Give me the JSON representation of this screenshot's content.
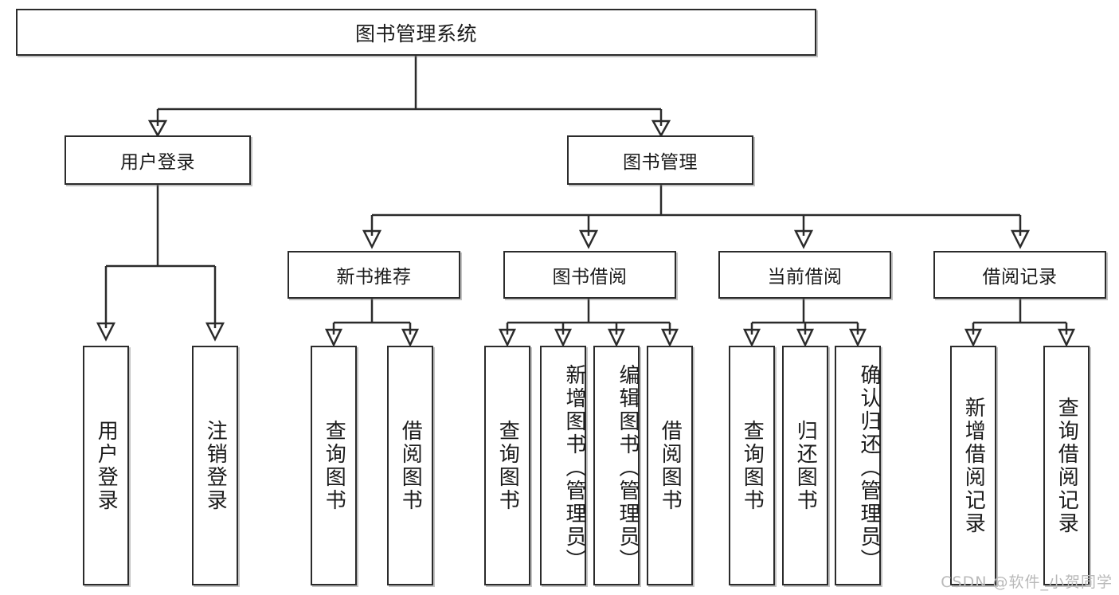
{
  "diagram": {
    "type": "tree",
    "title": "图书管理系统",
    "orientation": "top-down",
    "colors": {
      "box_border": "#2b2b2b",
      "box_fill": "#ffffff",
      "connector": "#2b2b2b",
      "watermark": "#b9b9b9",
      "background": "#ffffff"
    },
    "root": {
      "label": "图书管理系统"
    },
    "level1": [
      {
        "label": "用户登录"
      },
      {
        "label": "图书管理"
      }
    ],
    "level2": [
      {
        "label": "新书推荐"
      },
      {
        "label": "图书借阅"
      },
      {
        "label": "当前借阅"
      },
      {
        "label": "借阅记录"
      }
    ],
    "leaves": {
      "user_login": [
        {
          "label": "用户登录"
        },
        {
          "label": "注销登录"
        }
      ],
      "new_book": [
        {
          "label": "查询图书"
        },
        {
          "label": "借阅图书"
        }
      ],
      "book_borrow": [
        {
          "label": "查询图书"
        },
        {
          "label": "新增图书（管理员）"
        },
        {
          "label": "编辑图书（管理员）"
        },
        {
          "label": "借阅图书"
        }
      ],
      "current_borrow": [
        {
          "label": "查询图书"
        },
        {
          "label": "归还图书"
        },
        {
          "label": "确认归还（管理员）"
        }
      ],
      "borrow_record": [
        {
          "label": "新增借阅记录"
        },
        {
          "label": "查询借阅记录"
        }
      ]
    }
  },
  "watermark": {
    "text": "CSDN @软件_小贺同学"
  }
}
